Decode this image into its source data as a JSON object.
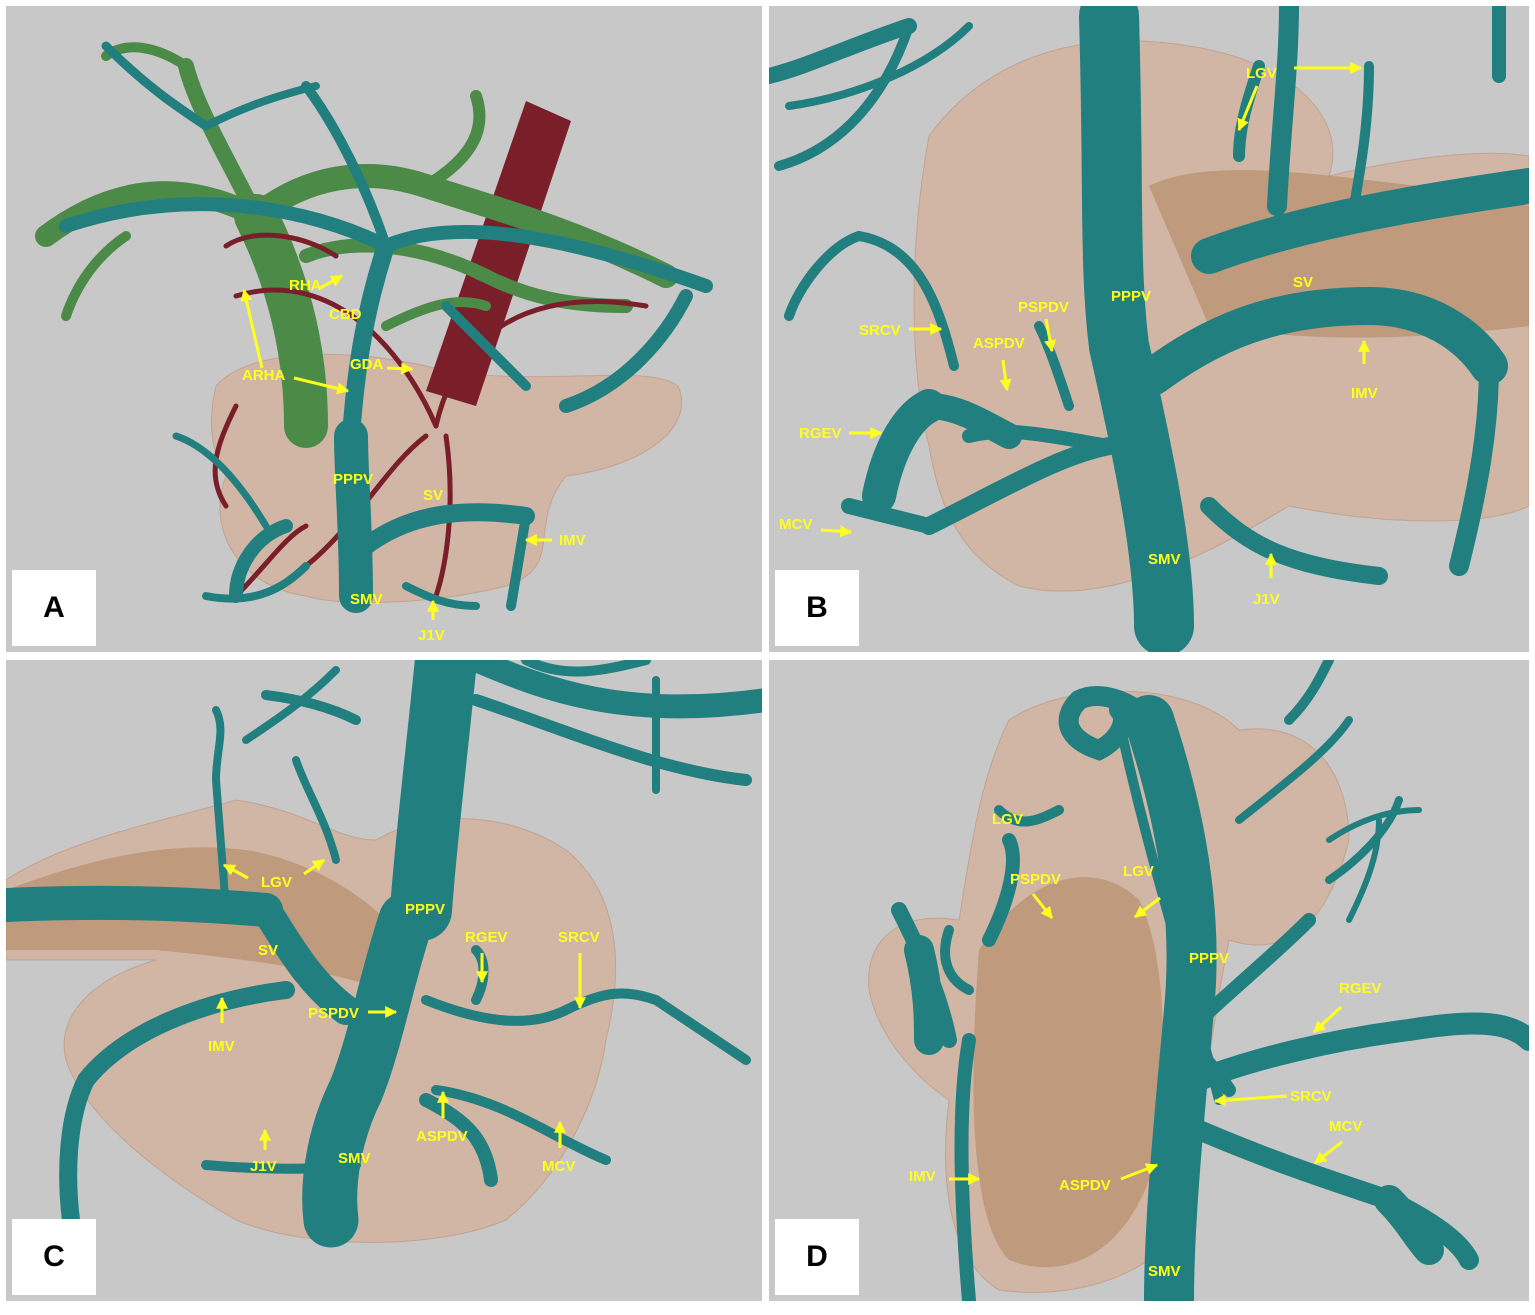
{
  "colors": {
    "vein": "#217f7f",
    "bile_duct": "#4c8a48",
    "artery": "#7a1f2a",
    "pancreas": "#d9a888",
    "background": "#c8c8c8",
    "label": "#ffff1e"
  },
  "panels": [
    {
      "letter": "A",
      "labels": {
        "rha": "RHA",
        "cbd": "CBD",
        "arha": "ARHA",
        "gda": "GDA",
        "pppv": "PPPV",
        "sv": "SV",
        "imv": "IMV",
        "smv": "SMV",
        "j1v": "J1V"
      }
    },
    {
      "letter": "B",
      "labels": {
        "lgv": "LGV",
        "srcv": "SRCV",
        "pspdv": "PSPDV",
        "aspdv": "ASPDV",
        "pppv": "PPPV",
        "sv": "SV",
        "imv": "IMV",
        "rgev": "RGEV",
        "mcv": "MCV",
        "smv": "SMV",
        "j1v": "J1V"
      }
    },
    {
      "letter": "C",
      "labels": {
        "lgv": "LGV",
        "pppv": "PPPV",
        "rgev": "RGEV",
        "srcv": "SRCV",
        "sv": "SV",
        "pspdv": "PSPDV",
        "imv": "IMV",
        "aspdv": "ASPDV",
        "j1v": "J1V",
        "smv": "SMV",
        "mcv": "MCV"
      }
    },
    {
      "letter": "D",
      "labels": {
        "lgv_upper": "LGV",
        "pspdv": "PSPDV",
        "lgv_lower": "LGV",
        "pppv": "PPPV",
        "rgev": "RGEV",
        "srcv": "SRCV",
        "mcv": "MCV",
        "imv": "IMV",
        "aspdv": "ASPDV",
        "smv": "SMV"
      }
    }
  ]
}
